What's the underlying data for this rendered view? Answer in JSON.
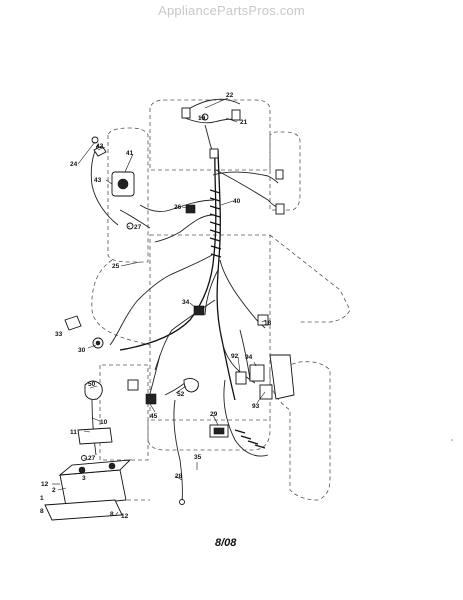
{
  "watermark": "AppliancePartsPros.com",
  "footer_date": "8/08",
  "callouts": {
    "c1": "22",
    "c2": "21",
    "c3": "19",
    "c4": "42",
    "c5": "41",
    "c6": "24",
    "c7": "43",
    "c8": "26",
    "c9": "40",
    "c10": "27",
    "c11": "25",
    "c12": "34",
    "c13": "18",
    "c14": "33",
    "c15": "30",
    "c16": "92",
    "c17": "94",
    "c18": "50",
    "c19": "52",
    "c20": "93",
    "c21": "10",
    "c22": "45",
    "c23": "29",
    "c24": "11",
    "c25": "27",
    "c26": "35",
    "c27": "12",
    "c28": "2",
    "c29": "28",
    "c30": "1",
    "c31": "8",
    "c32": "8",
    "c33": "12",
    "c34": "3"
  }
}
